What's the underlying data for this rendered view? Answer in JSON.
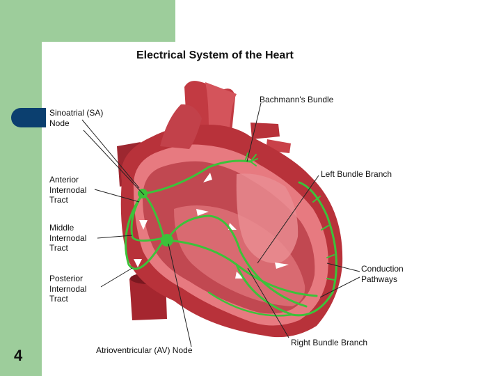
{
  "slide": {
    "number": "4"
  },
  "diagram": {
    "title": "Electrical System of the Heart",
    "labels": {
      "sa_node": [
        "Sinoatrial (SA)",
        "Node"
      ],
      "anterior": [
        "Anterior",
        "Internodal",
        "Tract"
      ],
      "middle": [
        "Middle",
        "Internodal",
        "Tract"
      ],
      "posterior": [
        "Posterior",
        "Internodal",
        "Tract"
      ],
      "av_node": "Atrioventricular (AV) Node",
      "bachmann": "Bachmann's Bundle",
      "left_bundle": "Left Bundle Branch",
      "conduction": [
        "Conduction",
        "Pathways"
      ],
      "right_bundle": "Right Bundle Branch"
    }
  },
  "colors": {
    "panel_green": "#9dcd9b",
    "tab_blue": "#0b3f6f",
    "heart_red": "#b8323a",
    "heart_light": "#e77a80",
    "conduction_green": "#3cc23a"
  }
}
